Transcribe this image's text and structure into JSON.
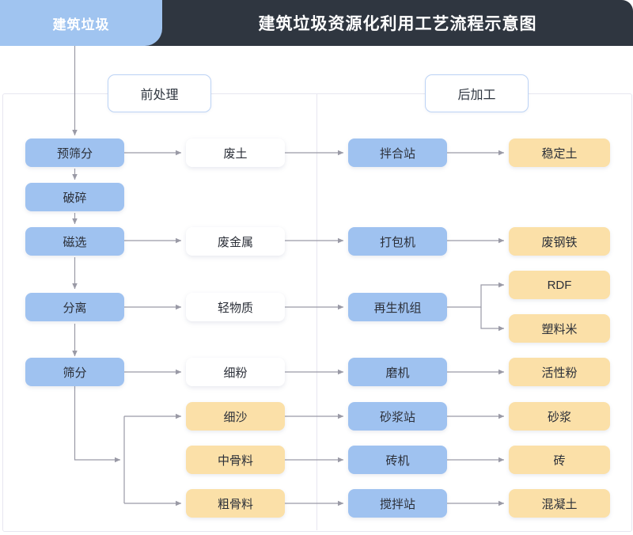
{
  "header": {
    "tab_label": "建筑垃圾",
    "title": "建筑垃圾资源化利用工艺流程示意图",
    "bar_color": "#2f3640",
    "tab_color": "#a0c4f0"
  },
  "sections": {
    "pre_label": "前处理",
    "post_label": "后加工"
  },
  "palette": {
    "blue": "#9fc2f0",
    "yellow": "#fbe0a8",
    "white": "#ffffff",
    "border": "#e7e6f0",
    "connector": "#9a9aa6"
  },
  "nodes": {
    "pre_process": [
      {
        "id": "n1",
        "label": "预筛分",
        "type": "blue"
      },
      {
        "id": "n2",
        "label": "破碎",
        "type": "blue"
      },
      {
        "id": "n3",
        "label": "磁选",
        "type": "blue"
      },
      {
        "id": "n4",
        "label": "分离",
        "type": "blue"
      },
      {
        "id": "n5",
        "label": "筛分",
        "type": "blue"
      }
    ],
    "intermediate": [
      {
        "id": "m1",
        "label": "废土",
        "type": "white"
      },
      {
        "id": "m2",
        "label": "废金属",
        "type": "white"
      },
      {
        "id": "m3",
        "label": "轻物质",
        "type": "white"
      },
      {
        "id": "m4",
        "label": "细粉",
        "type": "white"
      },
      {
        "id": "m5",
        "label": "细沙",
        "type": "yellow"
      },
      {
        "id": "m6",
        "label": "中骨料",
        "type": "yellow"
      },
      {
        "id": "m7",
        "label": "粗骨料",
        "type": "yellow"
      }
    ],
    "equipment": [
      {
        "id": "e1",
        "label": "拌合站",
        "type": "blue"
      },
      {
        "id": "e2",
        "label": "打包机",
        "type": "blue"
      },
      {
        "id": "e3",
        "label": "再生机组",
        "type": "blue"
      },
      {
        "id": "e4",
        "label": "磨机",
        "type": "blue"
      },
      {
        "id": "e5",
        "label": "砂浆站",
        "type": "blue"
      },
      {
        "id": "e6",
        "label": "砖机",
        "type": "blue"
      },
      {
        "id": "e7",
        "label": "搅拌站",
        "type": "blue"
      }
    ],
    "products": [
      {
        "id": "p1",
        "label": "稳定土",
        "type": "yellow"
      },
      {
        "id": "p2",
        "label": "废钢铁",
        "type": "yellow"
      },
      {
        "id": "p3",
        "label": "RDF",
        "type": "yellow"
      },
      {
        "id": "p4",
        "label": "塑料米",
        "type": "yellow"
      },
      {
        "id": "p5",
        "label": "活性粉",
        "type": "yellow"
      },
      {
        "id": "p6",
        "label": "砂浆",
        "type": "yellow"
      },
      {
        "id": "p7",
        "label": "砖",
        "type": "yellow"
      },
      {
        "id": "p8",
        "label": "混凝土",
        "type": "yellow"
      }
    ]
  }
}
